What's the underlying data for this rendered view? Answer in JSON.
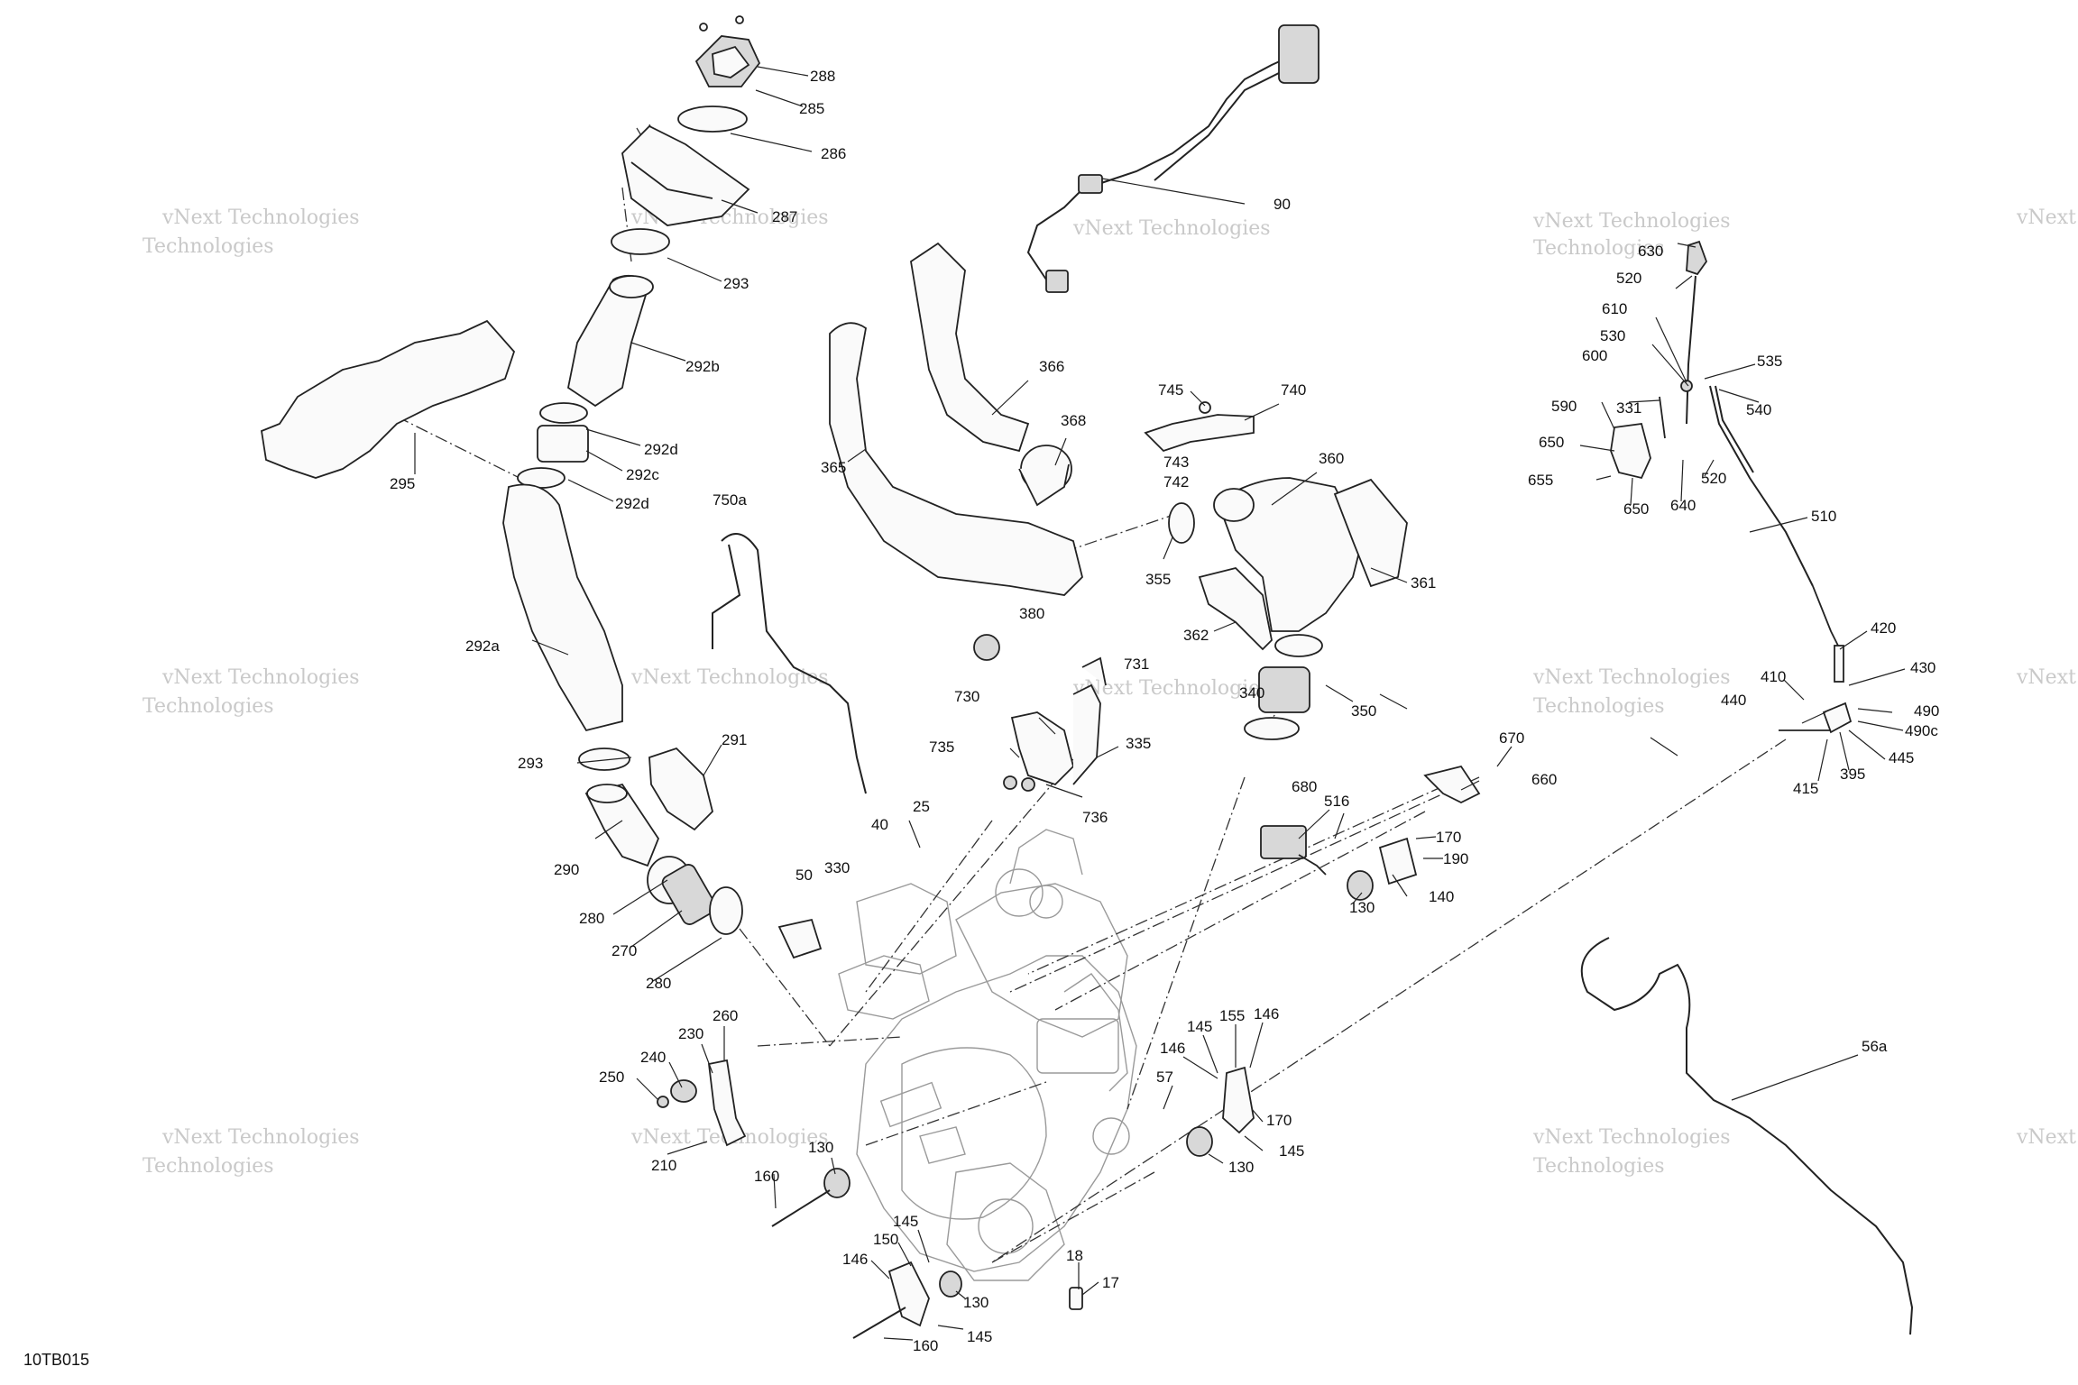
{
  "document_id": "10TB015",
  "watermark": {
    "line1": "vNext Technologies",
    "line2": "Technologies",
    "prefix": "vNext"
  },
  "callouts": [
    "288",
    "285",
    "286",
    "287",
    "293",
    "292b",
    "292d",
    "292c",
    "292d",
    "295",
    "292a",
    "293",
    "291",
    "290",
    "280",
    "270",
    "280",
    "90",
    "366",
    "368",
    "365",
    "750a",
    "380",
    "745",
    "740",
    "743",
    "742",
    "360",
    "355",
    "361",
    "362",
    "350",
    "340",
    "731",
    "730",
    "735",
    "335",
    "736",
    "25",
    "40",
    "50",
    "330",
    "680",
    "516",
    "670",
    "660",
    "170",
    "190",
    "130",
    "140",
    "630",
    "520",
    "610",
    "530",
    "600",
    "331",
    "590",
    "650",
    "655",
    "650",
    "640",
    "520",
    "535",
    "540",
    "510",
    "420",
    "430",
    "410",
    "440",
    "490",
    "490c",
    "445",
    "395",
    "415",
    "56a",
    "260",
    "230",
    "240",
    "250",
    "210",
    "130",
    "160",
    "145",
    "150",
    "146",
    "130",
    "145",
    "160",
    "18",
    "17",
    "57",
    "145",
    "155",
    "146",
    "146",
    "170",
    "145",
    "130"
  ]
}
